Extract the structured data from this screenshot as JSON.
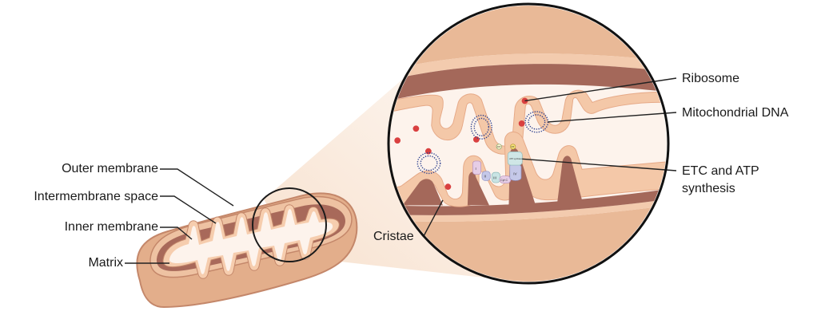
{
  "labels": {
    "outer_membrane": "Outer membrane",
    "intermembrane_space": "Intermembrane space",
    "inner_membrane": "Inner membrane",
    "matrix": "Matrix",
    "cristae": "Cristae",
    "ribosome": "Ribosome",
    "mitochondrial_dna": "Mitochondrial DNA",
    "etc_atp_line1": "ETC and ATP",
    "etc_atp_line2": "synthesis"
  },
  "complexes": {
    "c1": "I",
    "c2": "II",
    "c3": "III",
    "c4": "IV",
    "cytc": "Cyt C",
    "atp_synthase": "ATP synthase",
    "atp": "ATP",
    "adp": "ADP"
  },
  "colors": {
    "outer": "#e9b997",
    "dark_space": "#a4685a",
    "membrane": "#f4c8a8",
    "matrix": "#fdf3ec",
    "ribosome": "#d94040",
    "dna": "#2b3f8f",
    "cone": "#f3d9c4"
  }
}
